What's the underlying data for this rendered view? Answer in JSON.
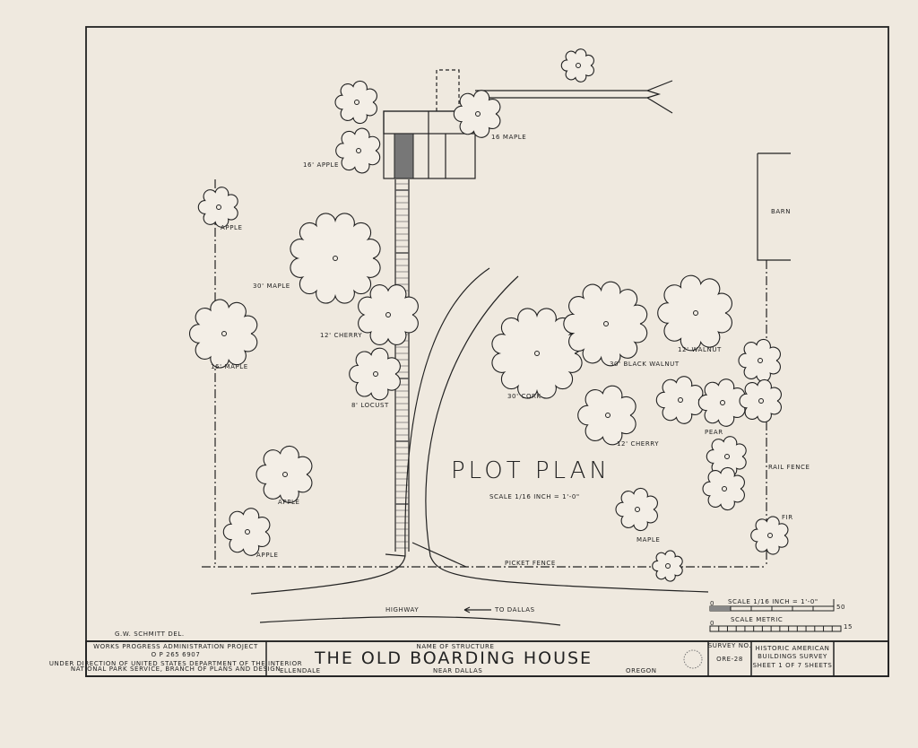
{
  "drawing": {
    "plan_title": "PLOT PLAN",
    "plan_scale": "SCALE 1/16 INCH = 1'-0\"",
    "delineator": "G.W. SCHMITT   DEL.",
    "labels": {
      "barn": "BARN",
      "rail_fence": "RAIL FENCE",
      "picket_fence": "PICKET FENCE",
      "highway": "HIGHWAY",
      "to_dallas": "TO DALLAS"
    },
    "trees": [
      "",
      "",
      "16 MAPLE",
      "16' APPLE",
      "APPLE",
      "30' MAPLE",
      "12' CHERRY",
      "16' MAPLE",
      "8' LOCUST",
      "30' CORK",
      "30' BLACK WALNUT",
      "12' WALNUT",
      "12' CHERRY",
      "",
      "",
      "PEAR",
      "",
      "",
      "",
      "APPLE",
      "APPLE",
      "MAPLE",
      "",
      "FIR"
    ],
    "scale_bar": {
      "label": "SCALE 1/16 INCH = 1'-0\"",
      "start": "0",
      "end": "50"
    },
    "metric_bar": {
      "label": "SCALE  METRIC",
      "start": "0",
      "end": "15"
    }
  },
  "title_block": {
    "project_line1": "WORKS PROGRESS ADMINISTRATION PROJECT",
    "project_line2": "O P 265 6907",
    "project_line3": "UNDER DIRECTION OF UNITED STATES DEPARTMENT OF THE INTERIOR",
    "project_line4": "NATIONAL PARK SERVICE, BRANCH OF PLANS AND DESIGN",
    "name_label": "NAME OF STRUCTURE",
    "structure_name": "THE OLD BOARDING HOUSE",
    "city": "ELLENDALE",
    "near": "NEAR DALLAS",
    "state": "OREGON",
    "survey_label": "SURVEY NO.",
    "survey_no": "ORE-28",
    "habs1": "HISTORIC AMERICAN",
    "habs2": "BUILDINGS SURVEY",
    "sheet": "SHEET 1 OF 7 SHEETS"
  }
}
